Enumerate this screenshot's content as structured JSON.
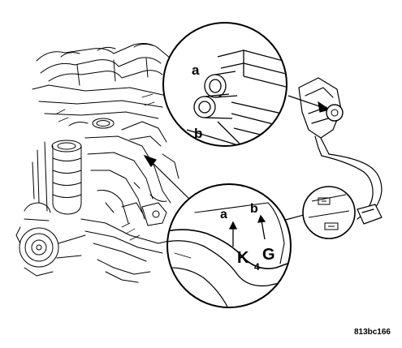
{
  "callouts": {
    "top_circle": {
      "upper_label": "a",
      "lower_label": "b"
    },
    "bottom_circle": {
      "label_a": "a",
      "label_b": "b",
      "letter_k": "K",
      "letter_g": "G",
      "number": "4"
    }
  },
  "figure_id": "813bc166"
}
